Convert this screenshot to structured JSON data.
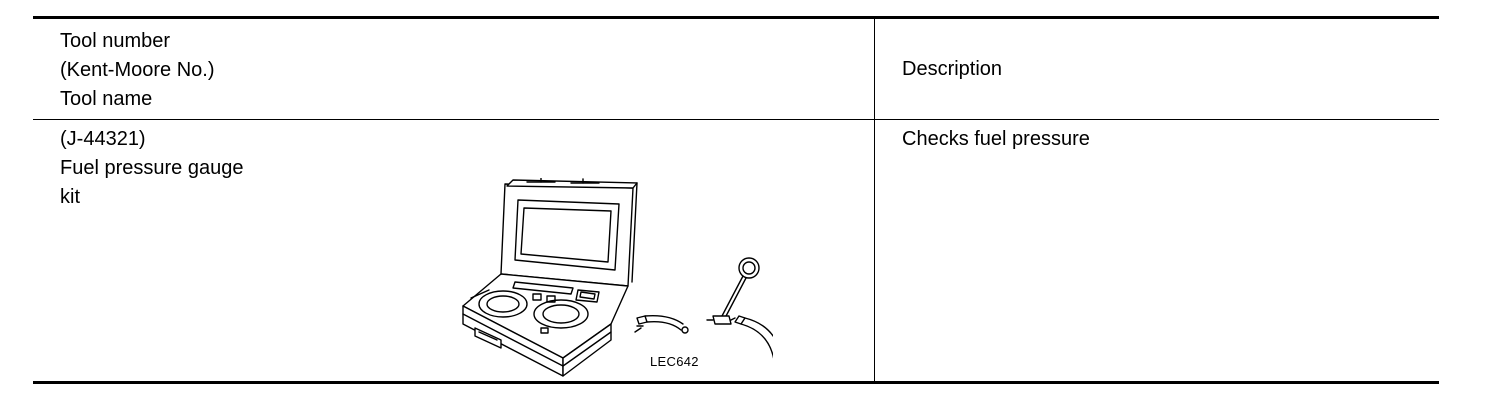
{
  "table": {
    "header": {
      "tool_column_lines": [
        "Tool number",
        "(Kent-Moore No.)",
        "Tool name"
      ],
      "description_column": "Description"
    },
    "rows": [
      {
        "tool_lines": [
          "(J-44321)",
          "Fuel pressure gauge",
          "kit"
        ],
        "description": "Checks fuel pressure",
        "illustration": {
          "icon": "fuel-pressure-gauge-kit-illustration",
          "figure_code": "LEC642"
        }
      }
    ]
  }
}
